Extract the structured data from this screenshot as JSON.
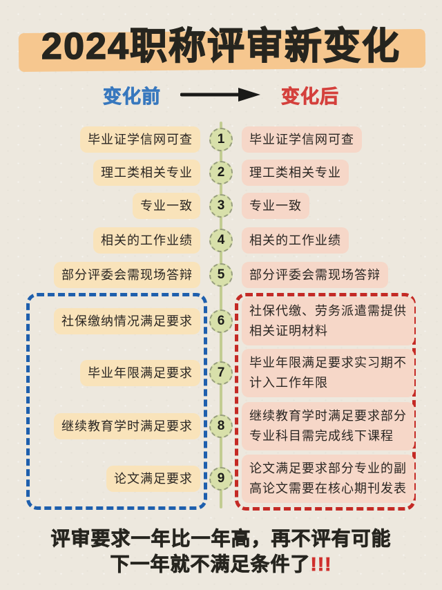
{
  "title": "2024职称评审新变化",
  "header": {
    "before_label": "变化前",
    "after_label": "变化后",
    "arrow_icon": "arrow-right"
  },
  "rows": [
    {
      "num": "1",
      "before": "毕业证学信网可查",
      "after": "毕业证学信网可查"
    },
    {
      "num": "2",
      "before": "理工类相关专业",
      "after": "理工类相关专业"
    },
    {
      "num": "3",
      "before": "专业一致",
      "after": "专业一致"
    },
    {
      "num": "4",
      "before": "相关的工作业绩",
      "after": "相关的工作业绩"
    },
    {
      "num": "5",
      "before": "部分评委会需现场答辩",
      "after": "部分评委会需现场答辩"
    },
    {
      "num": "6",
      "before": "社保缴纳情况满足要求",
      "after": "社保代缴、劳务派遣需提供\n相关证明材料"
    },
    {
      "num": "7",
      "before": "毕业年限满足要求",
      "after": "毕业年限满足要求实习期不\n计入工作年限"
    },
    {
      "num": "8",
      "before": "继续教育学时满足要求",
      "after": "继续教育学时满足要求部分\n专业科目需完成线下课程"
    },
    {
      "num": "9",
      "before": "论文满足要求",
      "after": "论文满足要求部分专业的副\n高论文需要在核心期刊发表"
    }
  ],
  "footer": {
    "line1": "评审要求一年比一年高，再不评有可能",
    "line2": "下一年就不满足条件了",
    "line2_emphasis": "!!!"
  },
  "colors": {
    "background": "#EDE8DE",
    "title_highlight": "#F6C78F",
    "title_text": "#26251F",
    "before_label_blue": "#3878BE",
    "after_label_red": "#D4403C",
    "before_box_border": "#1E5FAD",
    "after_box_border": "#C42A25",
    "before_pill": "#F9E3BA",
    "after_pill": "#F6D7C8",
    "timeline_green": "#C2CC92",
    "circle_fill": "#D8E0AA",
    "emphasis_red": "#CF2F2C"
  }
}
